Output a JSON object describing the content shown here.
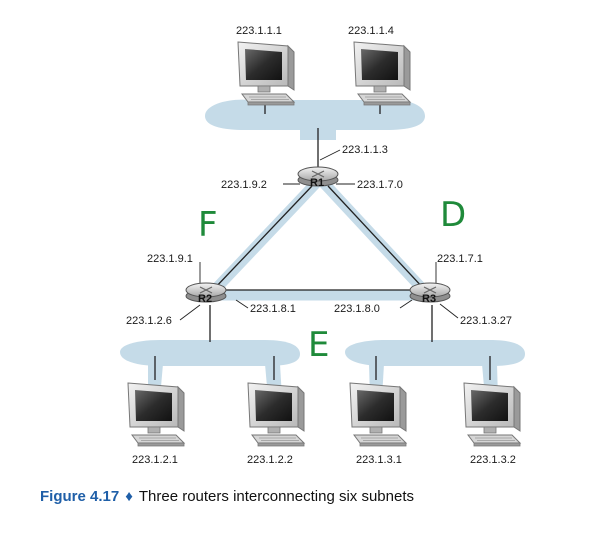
{
  "hosts": [
    {
      "ip": "223.1.1.1"
    },
    {
      "ip": "223.1.1.4"
    },
    {
      "ip": "223.1.2.1"
    },
    {
      "ip": "223.1.2.2"
    },
    {
      "ip": "223.1.3.1"
    },
    {
      "ip": "223.1.3.2"
    }
  ],
  "routers": {
    "r1": {
      "name": "R1"
    },
    "r2": {
      "name": "R2"
    },
    "r3": {
      "name": "R3"
    }
  },
  "interfaces": {
    "r1_lan": "223.1.1.3",
    "r1_left": "223.1.9.2",
    "r1_right": "223.1.7.0",
    "r2_top": "223.1.9.1",
    "r2_lan": "223.1.2.6",
    "r2_right": "223.1.8.1",
    "r3_top": "223.1.7.1",
    "r3_left": "223.1.8.0",
    "r3_lan": "223.1.3.27"
  },
  "annotations": {
    "left": "F",
    "right": "D",
    "bottom": "E"
  },
  "caption": {
    "number": "Figure 4.17",
    "separator": "♦",
    "text": "Three routers interconnecting six subnets"
  },
  "colors": {
    "lan_band": "#c5dbe8",
    "link_shadow": "#c5dbe8",
    "handwriting": "#1f8a3a",
    "caption_accent": "#1f5fa8"
  }
}
